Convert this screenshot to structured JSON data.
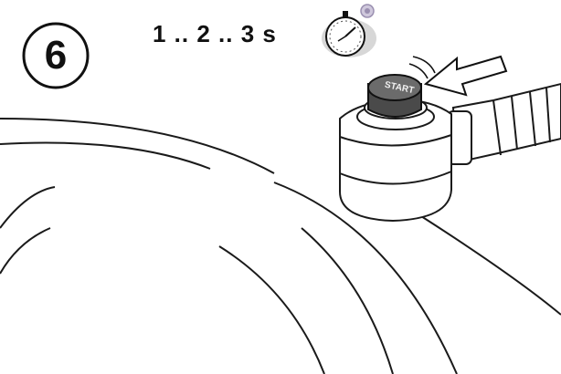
{
  "step": {
    "number": "6"
  },
  "timing": {
    "text": "1 .. 2 .. 3  s"
  },
  "start_button": {
    "label": "START"
  },
  "colors": {
    "line": "#1a1a1a",
    "start_button": "#6b6b6b",
    "start_button_dark": "#4a4a4a",
    "stopwatch_accent": "#9a8fb0",
    "background": "#ffffff"
  },
  "icons": [
    "step-circle-icon",
    "stopwatch-icon",
    "push-arrow-icon",
    "start-button-icon"
  ]
}
